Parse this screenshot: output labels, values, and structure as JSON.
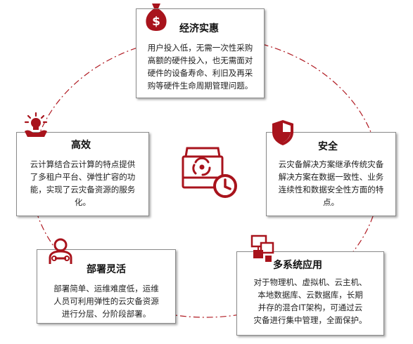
{
  "colors": {
    "accent": "#a8131c",
    "ring": "#b01a22",
    "border": "#8a8a8a"
  },
  "cards": [
    {
      "id": "economy",
      "title": "经济实惠",
      "icon": "money-bag-icon",
      "lines": [
        "用户投入低，无需一次性采购",
        "高额的硬件投入，也无需面对",
        "硬件的设备寿命、利旧及再采",
        "购等硬件生命周期管理问题。"
      ]
    },
    {
      "id": "efficient",
      "title": "高效",
      "icon": "lightbulb-hand-icon",
      "lines": [
        "云计算结合云计算的特点提供",
        "了多租户平台、弹性扩容的功",
        "能，实现了云灾备资源的服务",
        "化。"
      ]
    },
    {
      "id": "security",
      "title": "安全",
      "icon": "shield-icon",
      "lines": [
        "云灾备解决方案继承传统灾备",
        "解决方案在数据一致性、业务",
        "连续性和数据安全性方面的特",
        "点。"
      ]
    },
    {
      "id": "flexible",
      "title": "部署灵活",
      "icon": "worker-tools-icon",
      "lines": [
        "部署简单、运维难度低，运维",
        "人员可利用弹性的云灾备资源",
        "进行分层、分阶段部署。"
      ]
    },
    {
      "id": "multisystem",
      "title": "多系统应用",
      "icon": "multi-screen-icon",
      "lines": [
        "对于物理机、虚拟机、云主机、",
        "本地数据库、云数据库，长期",
        "并存的混合IT架构，可通过云",
        "灾备进行集中管理，全面保护。"
      ]
    }
  ],
  "center": {
    "icon": "cloud-backup-restore-icon"
  }
}
